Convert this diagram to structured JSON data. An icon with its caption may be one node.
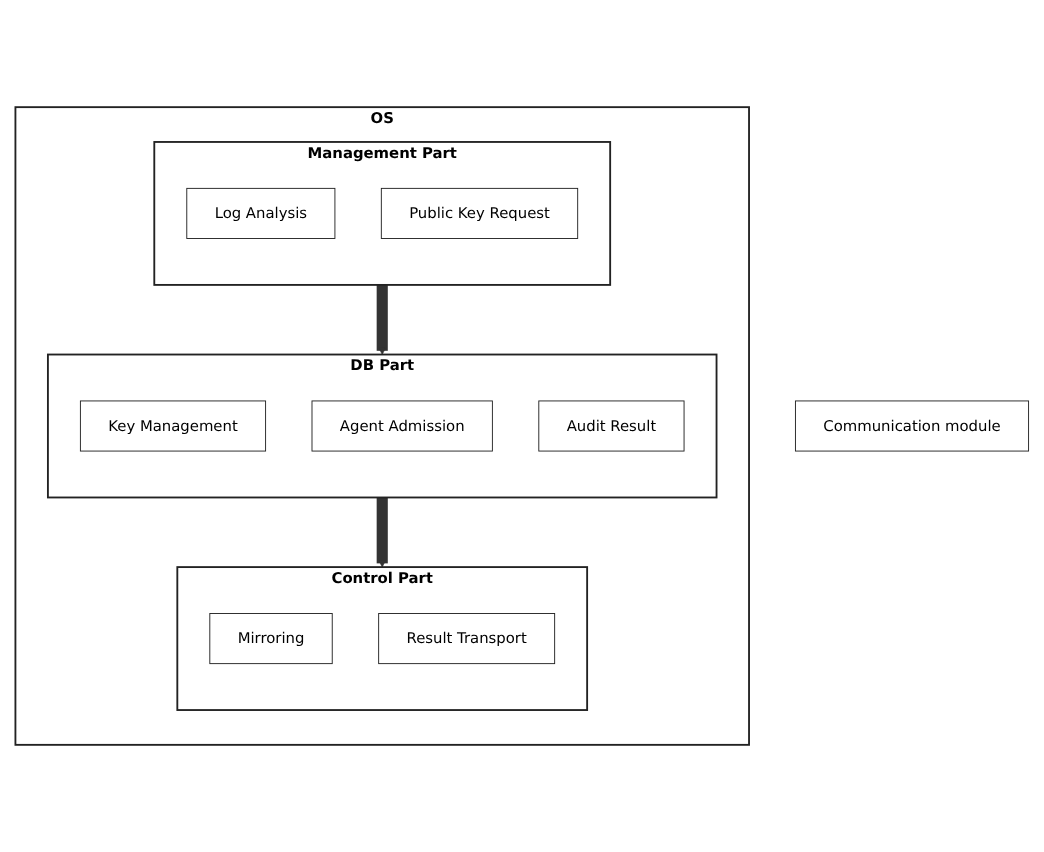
{
  "diagram": {
    "nodes": [
      {
        "text": [
          "OS"
        ]
      },
      {
        "text": [
          "Management Part"
        ],
        "in": 0
      },
      {
        "text": [
          "Log Analysis"
        ],
        "in": 1
      },
      {
        "text": [
          "Public Key Request"
        ],
        "in": 1
      },
      {
        "text": [
          "Control Part"
        ],
        "in": 0
      },
      {
        "text": [
          "Mirroring"
        ],
        "in": 4
      },
      {
        "text": [
          "Result Transport"
        ],
        "in": 4
      },
      {
        "text": [
          "DB Part"
        ],
        "in": 0
      },
      {
        "text": [
          "Key Management"
        ],
        "in": 7
      },
      {
        "text": [
          "Agent Admission"
        ],
        "in": 7
      },
      {
        "text": [
          "Audit Result"
        ],
        "in": 7
      },
      {
        "text": [
          "Communication module"
        ]
      }
    ],
    "edges": [
      {
        "from": 1,
        "to": 7,
        "arrow": "to"
      },
      {
        "from": 7,
        "to": 4,
        "arrow": "to"
      }
    ]
  }
}
